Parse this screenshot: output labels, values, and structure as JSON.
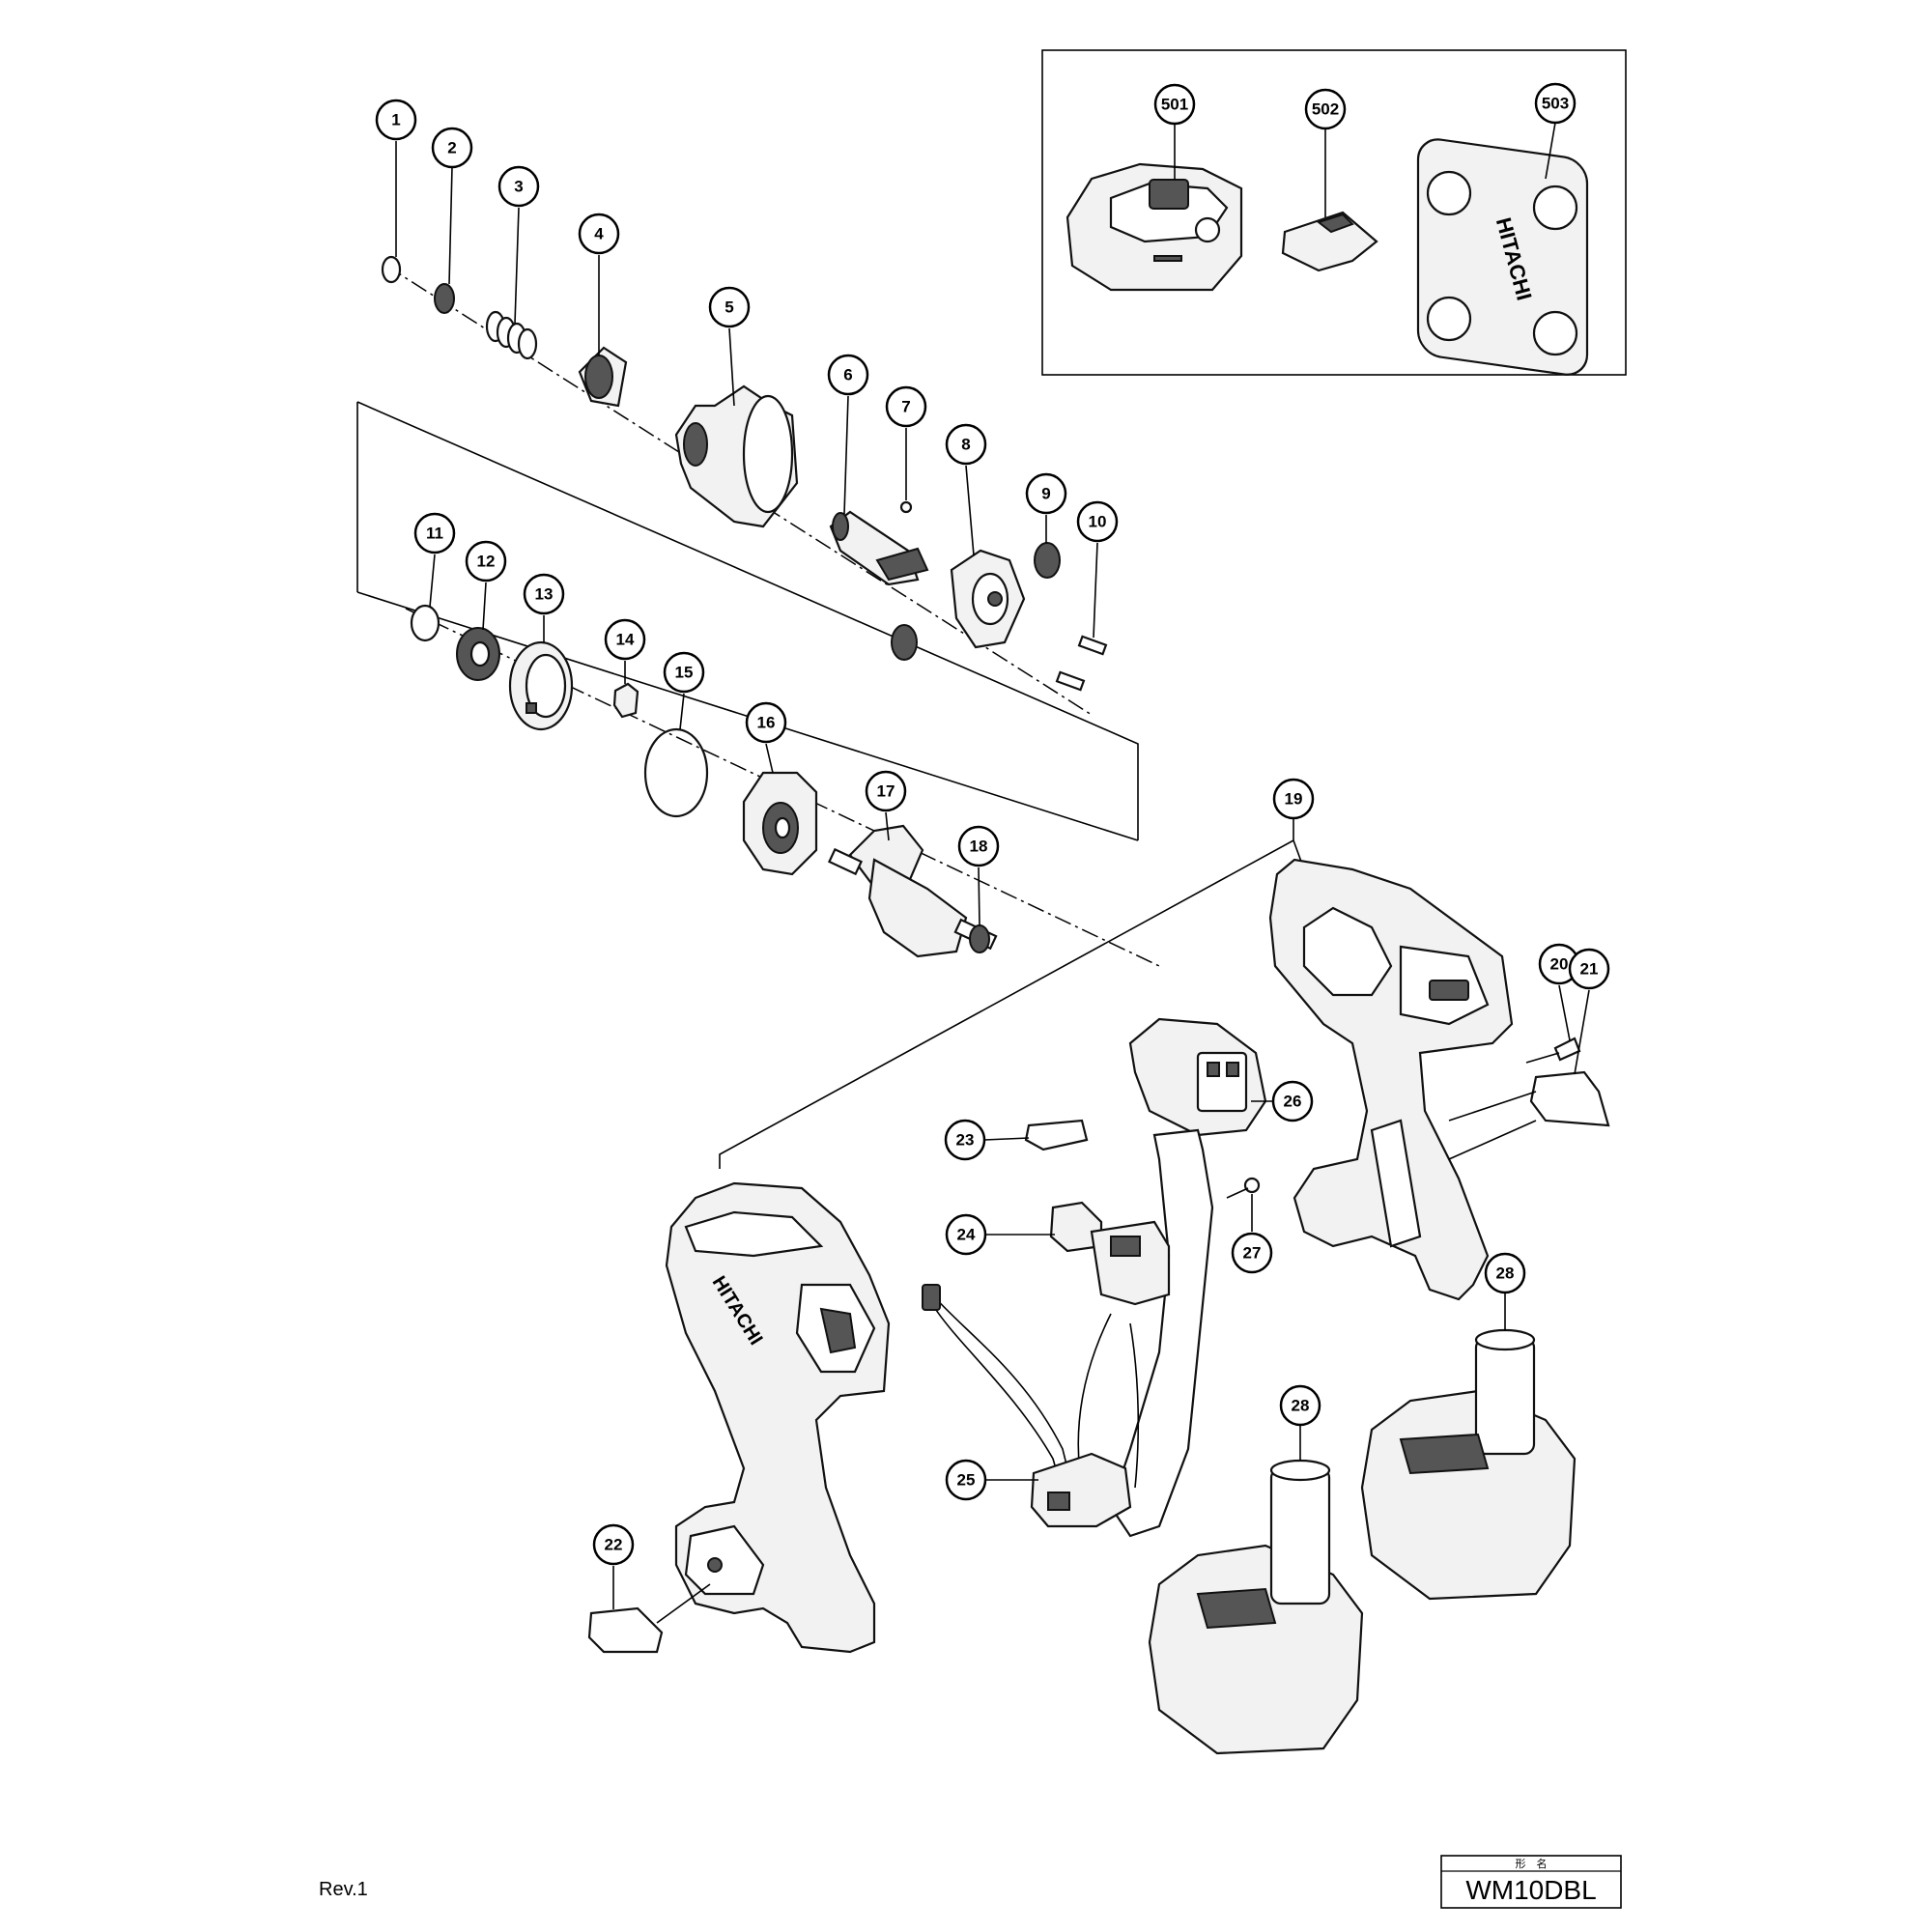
{
  "callouts": {
    "c1": "1",
    "c2": "2",
    "c3": "3",
    "c4": "4",
    "c5": "5",
    "c6": "6",
    "c7": "7",
    "c8": "8",
    "c9": "9",
    "c10": "10",
    "c11": "11",
    "c12": "12",
    "c13": "13",
    "c14": "14",
    "c15": "15",
    "c16": "16",
    "c17": "17",
    "c18": "18",
    "c19": "19",
    "c20": "20",
    "c21": "21",
    "c22": "22",
    "c23": "23",
    "c24": "24",
    "c25": "25",
    "c26": "26",
    "c27": "27",
    "c28a": "28",
    "c28b": "28",
    "c501": "501",
    "c502": "502",
    "c503": "503"
  },
  "brand": {
    "case_logo": "HITACHI",
    "housing_logo": "HITACHI"
  },
  "footer": {
    "revision": "Rev.1",
    "model_header": "形　名",
    "model": "WM10DBL"
  }
}
